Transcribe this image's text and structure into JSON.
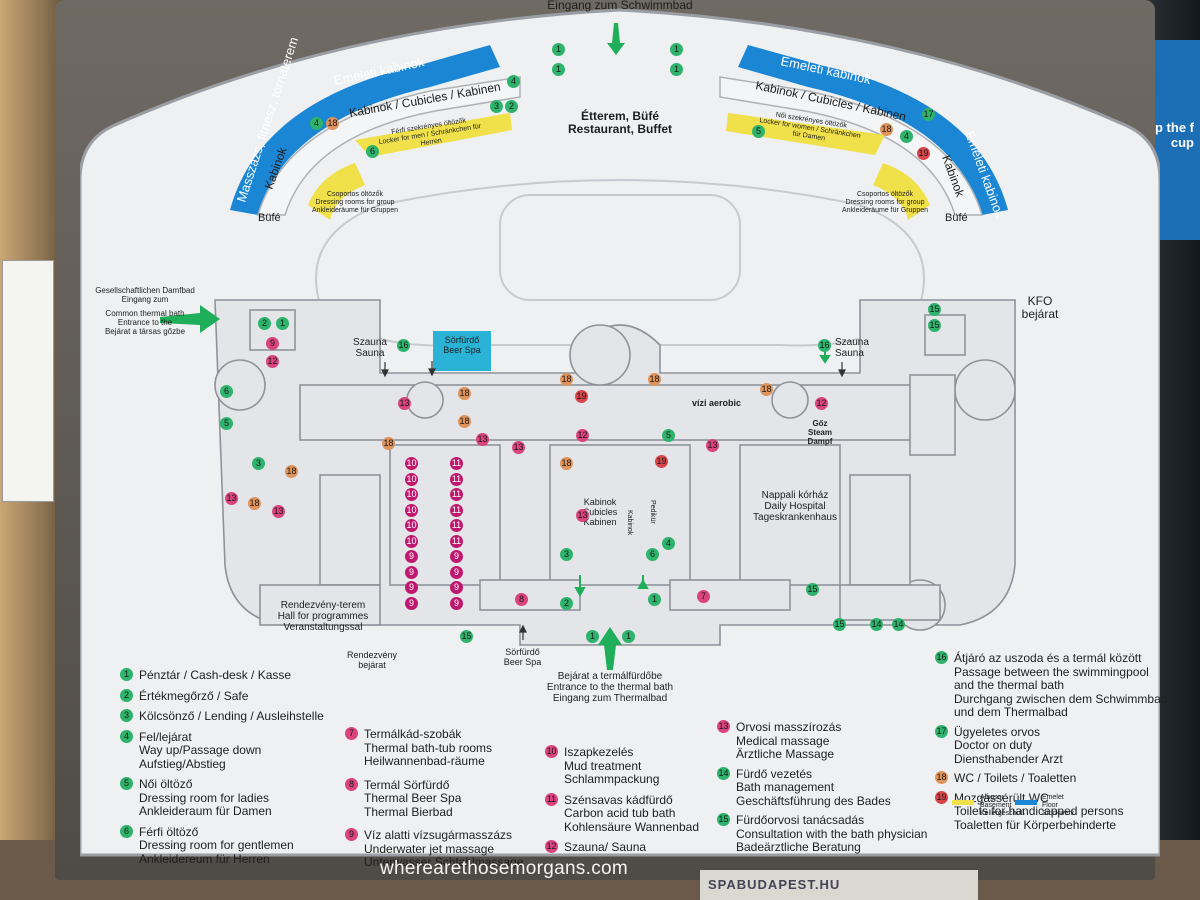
{
  "colors": {
    "green": "#2db36b",
    "pink": "#d9447e",
    "magenta": "#c0186f",
    "orange": "#e0935a",
    "red": "#d8454a",
    "yellow": "#f0e04a",
    "blue": "#1b86d4",
    "board": "#eef0f2",
    "walls": "#bfc3c8",
    "walls_dark": "#8e939a",
    "arrow": "#1fae5a"
  },
  "top_entrance": "Eingang zum Schwimmbad",
  "arcs": {
    "left_outer": "Emeleti kabinok",
    "left_inner": "Kabinok / Cubicles / Kabinen",
    "left_side": "Kabinok",
    "left_massage": "Masszázs, fitnesz, tornaterem",
    "right_outer": "Emeleti kabinok",
    "right_inner": "Kabinok / Cubicles / Kabinen",
    "right_side": "Kabinok",
    "right_side_outer": "Emeleti kabinok"
  },
  "labels": {
    "restaurant": [
      "Étterem, Büfé",
      "Restaurant, Buffet"
    ],
    "bufe_left": "Büfé",
    "bufe_right": "Büfé",
    "mens_locker": [
      "Férfi szekrényes öltözők",
      "Locker for men / Schränkchen für Herren"
    ],
    "womens_locker": [
      "Női szekrényes öltözők",
      "Locker for women / Schränkchen für Damen"
    ],
    "group_left": [
      "Csoportos öltözők",
      "Dressing rooms for group",
      "Ankleideräume für Gruppen"
    ],
    "group_right": [
      "Csoportos öltözők",
      "Dressing rooms for group",
      "Ankleideräume für Gruppen"
    ],
    "social_steam": [
      "Gesellschaftlichen Damfbad",
      "Eingang zum"
    ],
    "common_entrance": [
      "Common thermal bath",
      "Entrance to the",
      "Bejárat a társas gőzbe"
    ],
    "kfo": [
      "KFO",
      "bejárat"
    ],
    "sauna_left": [
      "Szauna",
      "Sauna"
    ],
    "sauna_right": [
      "Szauna",
      "Sauna"
    ],
    "beer_spa": [
      "Sörfürdő",
      "Beer Spa"
    ],
    "vizi_aerobic": "vízi aerobic",
    "goz": [
      "Gőz",
      "Steam",
      "Dampf"
    ],
    "daily_hospital": [
      "Nappali kórház",
      "Daily Hospital",
      "Tageskrankenhaus"
    ],
    "kabinok_center": [
      "Kabinok",
      "Cubicles",
      "Kabinen"
    ],
    "kabinok_vert": "Kabinok",
    "pedikur": "Pedikür",
    "event_hall": [
      "Rendezvény-terem",
      "Hall for programmes",
      "Veranstaltungssal"
    ],
    "event_entrance": [
      "Rendezvény",
      "bejárat"
    ],
    "beer_spa_bottom": [
      "Sörfürdő",
      "Beer Spa"
    ],
    "thermal_entrance": [
      "Bejárat a termálfürdőbe",
      "Entrance to the thermal bath",
      "Eingang zum Thermalbad"
    ]
  },
  "legend_col1": [
    {
      "n": "1",
      "color": "green",
      "lines": [
        "Pénztár / Cash-desk / Kasse"
      ]
    },
    {
      "n": "2",
      "color": "green",
      "lines": [
        "Értékmegőrző / Safe"
      ]
    },
    {
      "n": "3",
      "color": "green",
      "lines": [
        "Kölcsönző / Lending / Ausleihstelle"
      ]
    },
    {
      "n": "4",
      "color": "green",
      "lines": [
        "Fel/lejárat",
        "Way up/Passage down",
        "Aufstieg/Abstieg"
      ]
    },
    {
      "n": "5",
      "color": "green",
      "lines": [
        "Női öltöző",
        "Dressing room for ladies",
        "Ankleideraum für Damen"
      ]
    },
    {
      "n": "6",
      "color": "green",
      "lines": [
        "Férfi öltöző",
        "Dressing room for gentlemen",
        "Ankleidereum für Herren"
      ]
    }
  ],
  "legend_col2": [
    {
      "n": "7",
      "color": "pink",
      "lines": [
        "Termálkád-szobák",
        "Thermal bath-tub rooms",
        "Heilwannenbad-räume"
      ]
    },
    {
      "n": "8",
      "color": "pink",
      "lines": [
        "Termál Sörfürdő",
        "Thermal Beer Spa",
        "Thermal Bierbad"
      ]
    },
    {
      "n": "9",
      "color": "pink",
      "lines": [
        "Víz alatti vízsugármasszázs",
        "Underwater jet massage",
        "Unterwasser Schtahlmassage"
      ]
    }
  ],
  "legend_col3": [
    {
      "n": "10",
      "color": "pink",
      "lines": [
        "Iszapkezelés",
        "Mud treatment",
        "Schlammpackung"
      ]
    },
    {
      "n": "11",
      "color": "pink",
      "lines": [
        "Szénsavas kádfürdő",
        "Carbon acid tub bath",
        "Kohlensäure Wannenbad"
      ]
    },
    {
      "n": "12",
      "color": "pink",
      "lines": [
        "Szauna/ Sauna"
      ]
    }
  ],
  "legend_col4": [
    {
      "n": "13",
      "color": "pink",
      "lines": [
        "Orvosi masszírozás",
        "Medical massage",
        "Ärztliche Massage"
      ]
    },
    {
      "n": "14",
      "color": "green",
      "lines": [
        "Fürdő vezetés",
        "Bath management",
        "Geschäftsführung des Bades"
      ]
    },
    {
      "n": "15",
      "color": "green",
      "lines": [
        "Fürdőorvosi tanácsadás",
        "Consultation with the bath physician",
        "Badeärztliche Beratung"
      ]
    }
  ],
  "legend_col5": [
    {
      "n": "16",
      "color": "green",
      "lines": [
        "Átjáró az uszoda és a termál között",
        "Passage between the swimmingpool",
        "and the thermal bath",
        "Durchgang zwischen dem Schwimmbad",
        "und dem Thermalbad"
      ]
    },
    {
      "n": "17",
      "color": "green",
      "lines": [
        "Ügyeletes orvos",
        "Doctor on duty",
        "Diensthabender Arzt"
      ]
    },
    {
      "n": "18",
      "color": "orange",
      "lines": [
        "WC / Toilets / Toaletten"
      ]
    },
    {
      "n": "19",
      "color": "red",
      "lines": [
        "Mozgássérült WC",
        "Toilets for handicapped persons",
        "Toaletten für Körperbehinderte"
      ]
    }
  ],
  "floor_key": {
    "basement": [
      "Alagsor",
      "Basement",
      "Kellergeschoß"
    ],
    "floor": [
      "Emelet",
      "Floor",
      "Stockwerk"
    ]
  },
  "markers": [
    {
      "n": "1",
      "c": "green"
    },
    {
      "n": "1",
      "c": "green"
    },
    {
      "n": "1",
      "c": "green"
    },
    {
      "n": "1",
      "c": "green"
    },
    {
      "n": "4",
      "c": "green"
    },
    {
      "n": "3",
      "c": "green"
    },
    {
      "n": "2",
      "c": "green"
    },
    {
      "n": "4",
      "c": "green"
    },
    {
      "n": "18",
      "c": "orange"
    },
    {
      "n": "6",
      "c": "green"
    },
    {
      "n": "5",
      "c": "green"
    },
    {
      "n": "18",
      "c": "orange"
    },
    {
      "n": "4",
      "c": "green"
    },
    {
      "n": "17",
      "c": "green"
    },
    {
      "n": "19",
      "c": "red"
    },
    {
      "n": "2",
      "c": "green"
    },
    {
      "n": "1",
      "c": "green"
    },
    {
      "n": "9",
      "c": "pink"
    },
    {
      "n": "12",
      "c": "pink"
    },
    {
      "n": "6",
      "c": "green"
    },
    {
      "n": "5",
      "c": "green"
    },
    {
      "n": "3",
      "c": "green"
    },
    {
      "n": "18",
      "c": "orange"
    },
    {
      "n": "13",
      "c": "pink"
    },
    {
      "n": "18",
      "c": "orange"
    },
    {
      "n": "13",
      "c": "pink"
    },
    {
      "n": "16",
      "c": "green"
    },
    {
      "n": "16",
      "c": "green"
    },
    {
      "n": "15",
      "c": "green"
    },
    {
      "n": "15",
      "c": "green"
    },
    {
      "n": "18",
      "c": "orange"
    },
    {
      "n": "18",
      "c": "orange"
    },
    {
      "n": "13",
      "c": "pink"
    },
    {
      "n": "18",
      "c": "orange"
    },
    {
      "n": "13",
      "c": "pink"
    },
    {
      "n": "13",
      "c": "pink"
    },
    {
      "n": "18",
      "c": "orange"
    },
    {
      "n": "19",
      "c": "red"
    },
    {
      "n": "12",
      "c": "pink"
    },
    {
      "n": "18",
      "c": "orange"
    },
    {
      "n": "19",
      "c": "red"
    },
    {
      "n": "18",
      "c": "orange"
    },
    {
      "n": "18",
      "c": "orange"
    },
    {
      "n": "12",
      "c": "pink"
    },
    {
      "n": "5",
      "c": "green"
    },
    {
      "n": "13",
      "c": "pink"
    },
    {
      "n": "13",
      "c": "pink"
    },
    {
      "n": "6",
      "c": "green"
    },
    {
      "n": "4",
      "c": "green"
    },
    {
      "n": "3",
      "c": "green"
    },
    {
      "n": "2",
      "c": "green"
    },
    {
      "n": "8",
      "c": "pink"
    },
    {
      "n": "1",
      "c": "green"
    },
    {
      "n": "7",
      "c": "pink"
    },
    {
      "n": "1",
      "c": "green"
    },
    {
      "n": "1",
      "c": "green"
    },
    {
      "n": "15",
      "c": "green"
    },
    {
      "n": "15",
      "c": "green"
    },
    {
      "n": "15",
      "c": "green"
    },
    {
      "n": "14",
      "c": "green"
    },
    {
      "n": "14",
      "c": "green"
    }
  ],
  "col10": [
    "10",
    "10",
    "10",
    "10",
    "10",
    "10",
    "9",
    "9",
    "9",
    "9"
  ],
  "col11": [
    "11",
    "11",
    "11",
    "11",
    "11",
    "11",
    "9",
    "9",
    "9",
    "9"
  ],
  "watermark": "wherearethosemorgans.com",
  "bottom_sign": "SPABUDAPEST.HU",
  "right_poster": [
    "p the f",
    "cup"
  ]
}
